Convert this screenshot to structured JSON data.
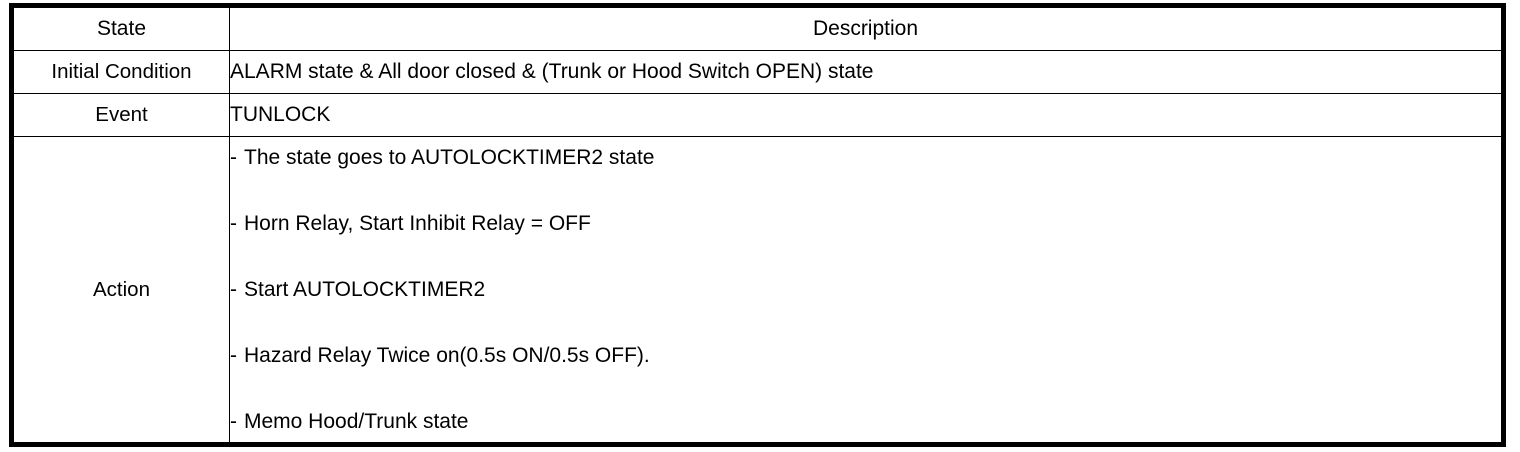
{
  "table": {
    "headers": {
      "state": "State",
      "description": "Description"
    },
    "rows": [
      {
        "label": "Initial Condition",
        "value": "ALARM state & All door closed & (Trunk or Hood Switch OPEN) state"
      },
      {
        "label": "Event",
        "value": "TUNLOCK"
      }
    ],
    "action": {
      "label": "Action",
      "bullet": "-",
      "lines": [
        "The state goes to AUTOLOCKTIMER2 state",
        "Horn Relay, Start Inhibit Relay = OFF",
        "Start AUTOLOCKTIMER2",
        "Hazard Relay Twice on(0.5s ON/0.5s OFF).",
        "Memo Hood/Trunk state"
      ]
    }
  },
  "colors": {
    "border": "#000000",
    "text": "#000000",
    "background": "#ffffff"
  }
}
